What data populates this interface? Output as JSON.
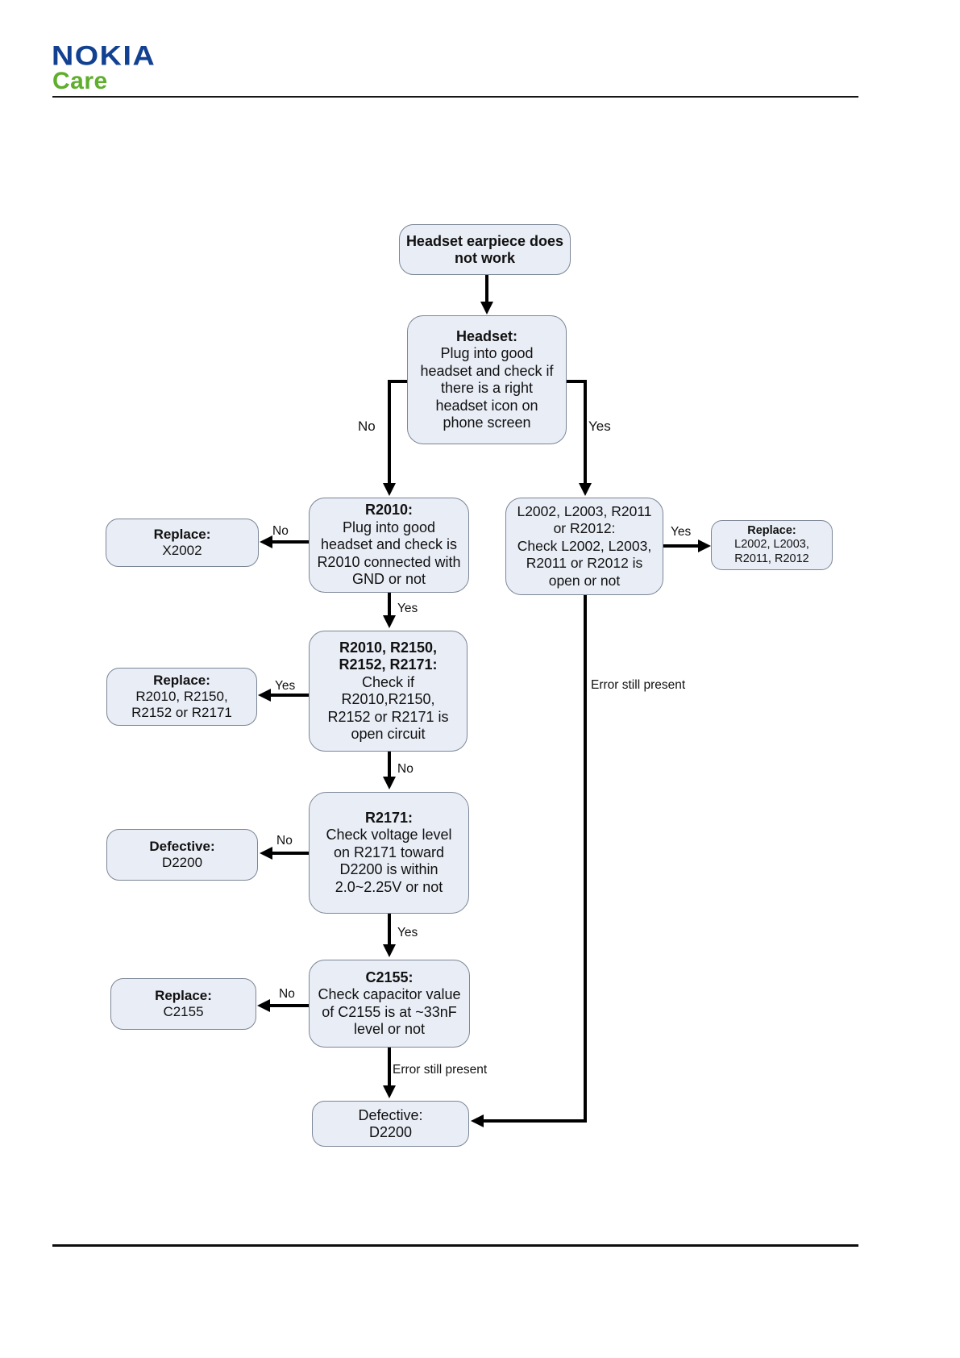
{
  "header": {
    "brand": "NOKIA",
    "sub_brand": "Care"
  },
  "palette": {
    "brand_blue": "#124191",
    "brand_green": "#5fae2c",
    "node_fill": "#e9edf6",
    "node_border": "#7b8696",
    "connector": "#000000"
  },
  "flowchart": {
    "nodes": {
      "start": {
        "title": "Headset earpiece does not work"
      },
      "headset_check": {
        "title": "Headset:",
        "body": "Plug into good headset and check if there is a right headset icon on phone screen"
      },
      "r2010_check": {
        "title": "R2010:",
        "body": "Plug into good headset and check is R2010 connected with GND or not"
      },
      "l2002_check": {
        "title": "L2002, L2003, R2011 or R2012:",
        "body": "Check L2002, L2003, R2011 or R2012 is open or not"
      },
      "replace_x2002": {
        "title": "Replace:",
        "body": "X2002"
      },
      "replace_l2002": {
        "title": "Replace:",
        "body": "L2002, L2003, R2011, R2012"
      },
      "r2150_check": {
        "title": "R2010, R2150, R2152, R2171:",
        "body": "Check if R2010,R2150, R2152 or R2171 is open circuit"
      },
      "replace_r2150": {
        "title": "Replace:",
        "body": "R2010, R2150, R2152 or R2171"
      },
      "r2171_check": {
        "title": "R2171:",
        "body": "Check voltage level on R2171 toward D2200 is within 2.0~2.25V or not"
      },
      "defective_d2200": {
        "title": "Defective:",
        "body": "D2200"
      },
      "c2155_check": {
        "title": "C2155:",
        "body": "Check capacitor value of C2155 is at ~33nF level or not"
      },
      "replace_c2155": {
        "title": "Replace:",
        "body": "C2155"
      },
      "defective_final": {
        "title": "Defective:",
        "body": "D2200"
      }
    },
    "edge_labels": {
      "headset_no": "No",
      "headset_yes": "Yes",
      "r2010_no": "No",
      "r2010_yes": "Yes",
      "l2002_yes": "Yes",
      "l2002_error": "Error still present",
      "r2150_yes": "Yes",
      "r2150_no": "No",
      "r2171_no": "No",
      "r2171_yes": "Yes",
      "c2155_no": "No",
      "c2155_error": "Error still present"
    }
  }
}
